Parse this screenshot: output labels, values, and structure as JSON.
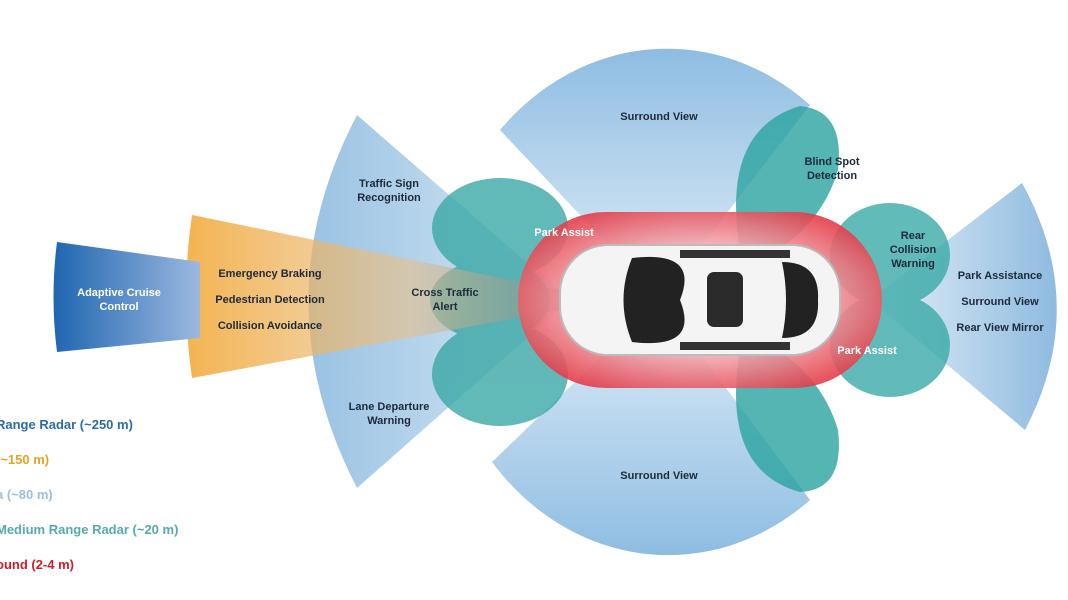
{
  "labels": {
    "adaptive_cruise": [
      "Adaptive Cruise",
      "Control"
    ],
    "emergency_braking": "Emergency Braking",
    "pedestrian_detection": "Pedestrian Detection",
    "collision_avoidance": "Collision Avoidance",
    "traffic_sign": [
      "Traffic Sign",
      "Recognition"
    ],
    "cross_traffic": [
      "Cross Traffic",
      "Alert"
    ],
    "lane_departure": [
      "Lane Departure",
      "Warning"
    ],
    "surround_view_top": "Surround View",
    "surround_view_bottom": "Surround View",
    "blind_spot": [
      "Blind Spot",
      "Detection"
    ],
    "rear_collision": [
      "Rear",
      "Collision",
      "Warning"
    ],
    "park_assist_front": "Park Assist",
    "park_assist_rear": "Park Assist",
    "park_assistance": "Park Assistance",
    "surround_view_right": "Surround View",
    "rear_view_mirror": "Rear View Mirror"
  },
  "legend": [
    {
      "text": "Range Radar (~250 m)",
      "color": "#2c6ca6"
    },
    {
      "text": "(~150 m)",
      "color": "#e6a224"
    },
    {
      "text": "a (~80 m)",
      "color": "#9cc0dc"
    },
    {
      "text": "Medium Range Radar (~20 m)",
      "color": "#56aaac"
    },
    {
      "text": "ound (2-4 m)",
      "color": "#d21c2c"
    }
  ]
}
